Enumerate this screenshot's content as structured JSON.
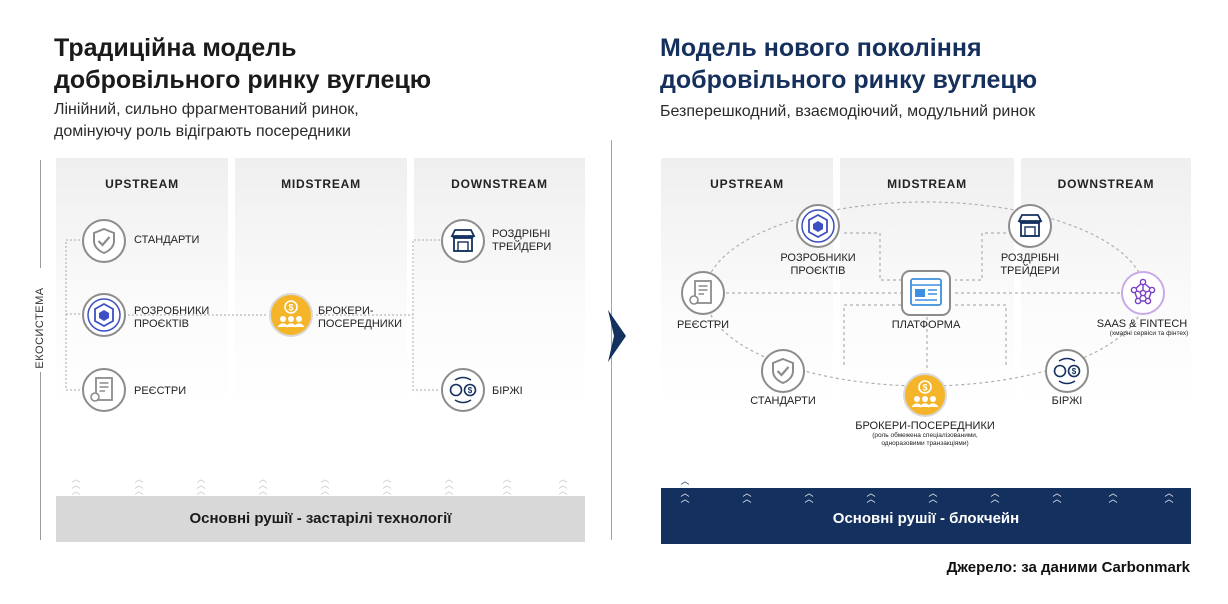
{
  "left": {
    "title_line1": "Традиційна модель",
    "title_line2": "добровільного ринку вуглецю",
    "subtitle_line1": "Лінійний, сильно фрагментований ринок,",
    "subtitle_line2": "домінуючу роль відіграють посередники",
    "ecosystem_label": "ЕКОСИСТЕМА",
    "columns": [
      "UPSTREAM",
      "MIDSTREAM",
      "DOWNSTREAM"
    ],
    "nodes": {
      "standards": "СТАНДАРТИ",
      "developers_line1": "РОЗРОБНИКИ",
      "developers_line2": "ПРОЄКТІВ",
      "registries": "РЕЄСТРИ",
      "brokers_line1": "БРОКЕРИ-",
      "brokers_line2": "ПОСЕРЕДНИКИ",
      "retail_line1": "РОЗДРІБНІ",
      "retail_line2": "ТРЕЙДЕРИ",
      "exchanges": "БІРЖІ"
    },
    "bar_label": "Основні рушії - застарілі технології"
  },
  "right": {
    "title_line1": "Модель нового покоління",
    "title_line2": "добровільного ринку вуглецю",
    "subtitle": "Безперешкодний, взаємодіючий, модульний ринок",
    "columns": [
      "UPSTREAM",
      "MIDSTREAM",
      "DOWNSTREAM"
    ],
    "nodes": {
      "developers_line1": "РОЗРОБНИКИ",
      "developers_line2": "ПРОЄКТІВ",
      "retail_line1": "РОЗДРІБНІ",
      "retail_line2": "ТРЕЙДЕРИ",
      "registries": "РЕЄСТРИ",
      "platform": "ПЛАТФОРМА",
      "saas": "SAAS & FINTECH",
      "saas_note": "(хмарні сервіси та фінтех)",
      "standards": "СТАНДАРТИ",
      "exchanges": "БІРЖІ",
      "brokers": "БРОКЕРИ-ПОСЕРЕДНИКИ",
      "brokers_note_line1": "(роль обмежена спеціалізованими,",
      "brokers_note_line2": "одноразовими транзакціями)"
    },
    "bar_label": "Основні рушії - блокчейн"
  },
  "source": "Джерело: за даними Carbonmark",
  "colors": {
    "left_title": "#1a1a1a",
    "right_title": "#16305e",
    "navy": "#13305f",
    "accent_blue": "#3d4fc4",
    "broker_gold": "#f5b52a",
    "icon_gray": "#8a8a8a"
  }
}
